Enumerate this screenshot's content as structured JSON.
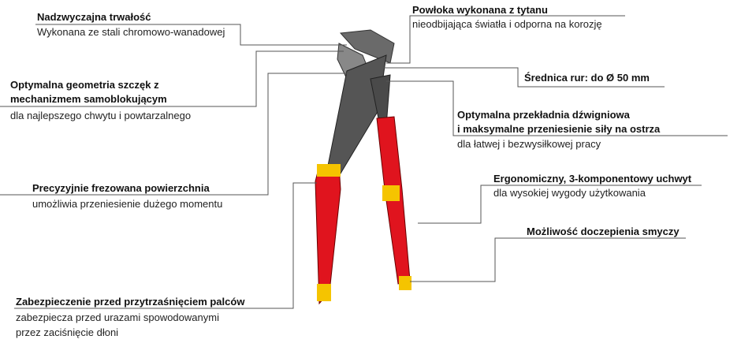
{
  "callouts": [
    {
      "title": "Nadzwyczajna trwałość",
      "desc": "Wykonana ze stali chromowo-wanadowej"
    },
    {
      "title": "Optymalna geometria szczęk z",
      "title2": "mechanizmem samoblokującym",
      "desc": "dla najlepszego chwytu i powtarzalnego"
    },
    {
      "title": "Precyzyjnie frezowana powierzchnia",
      "desc": "umożliwia przeniesienie dużego momentu"
    },
    {
      "title": "Zabezpieczenie przed przytrzaśnięciem palców",
      "desc": "zabezpiecza przed urazami spowodowanymi",
      "desc2": "przez zaciśnięcie dłoni"
    },
    {
      "title": "Powłoka wykonana z tytanu",
      "desc": "nieodbijająca światła i odporna na korozję"
    },
    {
      "title": "Średnica rur: do Ø 50 mm"
    },
    {
      "title": "Optymalna przekładnia dźwigniowa",
      "title2": "i maksymalne przeniesienie siły na ostrza",
      "desc": "dla łatwej i bezwysiłkowej pracy"
    },
    {
      "title": "Ergonomiczny, 3-komponentowy uchwyt",
      "desc": "dla wysokiej wygody użytkowania"
    },
    {
      "title": "Możliwość doczepienia smyczy"
    }
  ],
  "colors": {
    "handle_red": "#e0141e",
    "handle_yellow": "#f5c400",
    "steel": "#5a5a5a",
    "line": "#555555"
  }
}
